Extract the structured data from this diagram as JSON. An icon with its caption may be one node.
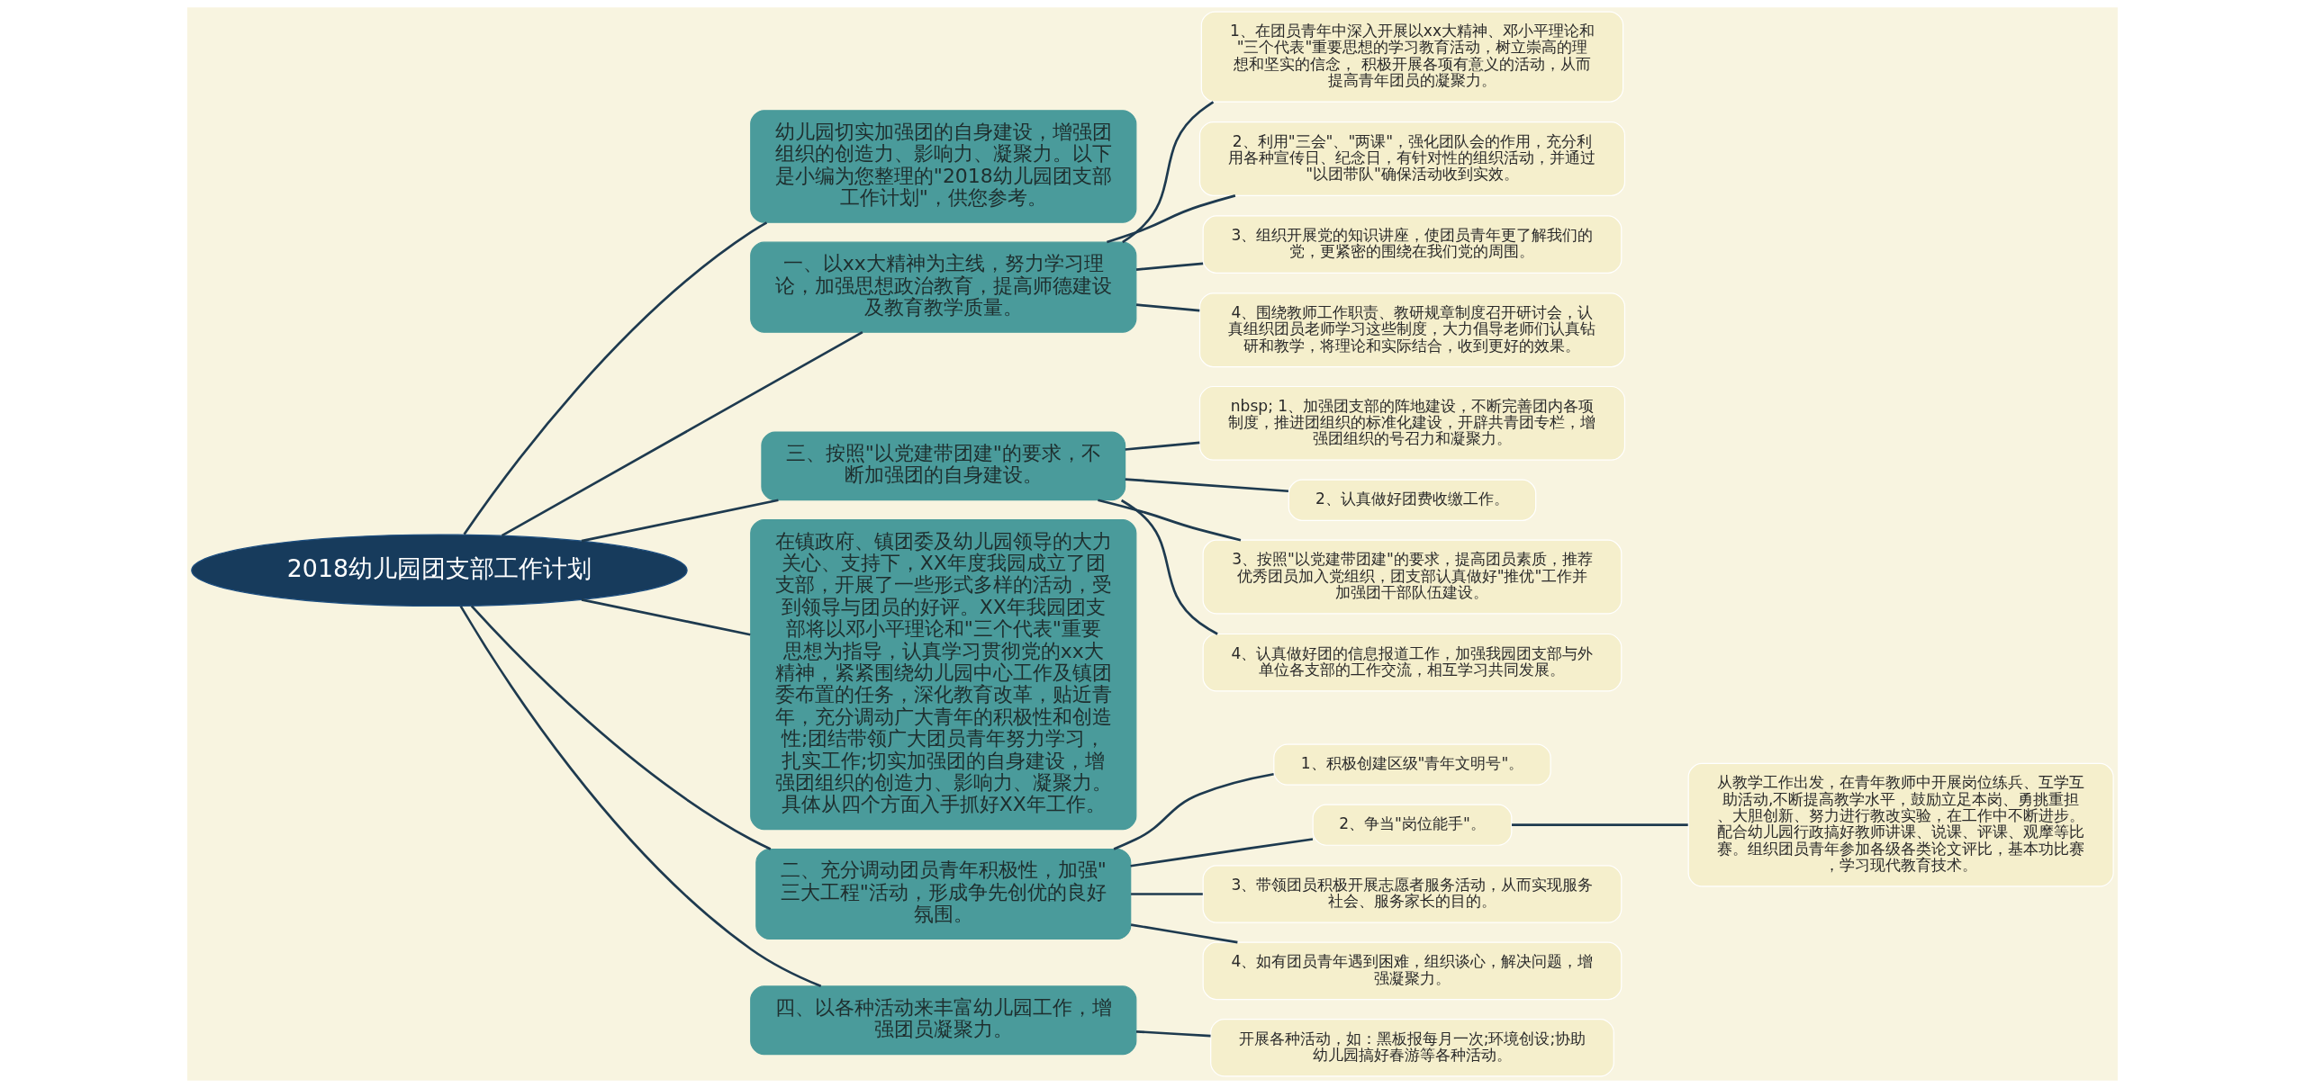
{
  "diagram": {
    "nodes": [
      {
        "text": [
          "2018幼儿园团支部工作计划"
        ]
      },
      {
        "text": [
          "幼儿园切实加强团的自身建设，增强团组织的创造力、影响力、凝聚力。以下是小编为您整理的\"2018幼儿园团支部工作计划\"，供您参考。"
        ]
      },
      {
        "text": [
          "一、以xx大精神为主线，努力学习理论，加强思想政治教育，提高师德建设及教育教学质量。"
        ]
      },
      {
        "text": [
          "1、在团员青年中深入开展以xx大精神、邓小平理论和\"三个代表\"重要思想的学习教育活动，树立崇高的理想和坚实的信念， 积极开展各项有意义的活动，从而提高青年团员的凝聚力。"
        ]
      },
      {
        "text": [
          "2、利用\"三会\"、\"两课\"，强化团队会的作用，充分利用各种宣传日、纪念日，有针对性的组织活动，并通过\"以团带队\"确保活动收到实效。"
        ]
      },
      {
        "text": [
          "3、组织开展党的知识讲座，使团员青年更了解我们的党，更紧密的围绕在我们党的周围。"
        ]
      },
      {
        "text": [
          "4、围绕教师工作职责、教研规章制度召开研讨会，认真组织团员老师学习这些制度，大力倡导老师们认真钻研和教学，将理论和实际结合，收到更好的效果。"
        ]
      },
      {
        "text": [
          "三、按照\"以党建带团建\"的要求，不断加强团的自身建设。"
        ]
      },
      {
        "text": [
          "nbsp; 1、加强团支部的阵地建设，不断完善团内各项制度，推进团组织的标准化建设，开辟共青团专栏，增强团组织的号召力和凝聚力。"
        ]
      },
      {
        "text": [
          "2、认真做好团费收缴工作。"
        ]
      },
      {
        "text": [
          "3、按照\"以党建带团建\"的要求，提高团员素质，推荐优秀团员加入党组织，团支部认真做好\"推优\"工作并加强团干部队伍建设。"
        ]
      },
      {
        "text": [
          "4、认真做好团的信息报道工作，加强我园团支部与外单位各支部的工作交流，相互学习共同发展。"
        ]
      },
      {
        "text": [
          "在镇政府、镇团委及幼儿园领导的大力关心、支持下，XX年度我园成立了团支部，开展了一些形式多样的活动，受到领导与团员的好评。XX年我园团支部将以邓小平理论和\"三个代表\"重要思想为指导，认真学习贯彻党的xx大精神，紧紧围绕幼儿园中心工作及镇团委布置的任务，深化教育改革，贴近青年，充分调动广大青年的积极性和创造性;团结带领广大团员青年努力学习，扎实工作;切实加强团的自身建设，增强团组织的创造力、影响力、凝聚力。具体从四个方面入手抓好XX年工作。"
        ]
      },
      {
        "text": [
          "二、充分调动团员青年积极性，加强\"三大工程\"活动，形成争先创优的良好氛围。"
        ]
      },
      {
        "text": [
          "1、积极创建区级\"青年文明号\"。"
        ]
      },
      {
        "text": [
          "2、争当\"岗位能手\"。"
        ]
      },
      {
        "text": [
          "从教学工作出发，在青年教师中开展岗位练兵、互学互助活动,不断提高教学水平，鼓励立足本岗、勇挑重担、大胆创新、努力进行教改实验，在工作中不断进步。配合幼儿园行政搞好教师讲课、说课、评课、观摩等比赛。组织团员青年参加各级各类论文评比，基本功比赛，学习现代教育技术。"
        ]
      },
      {
        "text": [
          "3、带领团员积极开展志愿者服务活动，从而实现服务社会、服务家长的目的。"
        ]
      },
      {
        "text": [
          "4、如有团员青年遇到困难，组织谈心，解决问题，增强凝聚力。"
        ]
      },
      {
        "text": [
          "四、以各种活动来丰富幼儿园工作，增强团员凝聚力。"
        ]
      },
      {
        "text": [
          "开展各种活动，如：黑板报每月一次;环境创设;协助幼儿园搞好春游等各种活动。"
        ]
      }
    ],
    "edges": [
      {
        "from": 0,
        "to": 1,
        "arrow": "none"
      },
      {
        "from": 0,
        "to": 2,
        "arrow": "none"
      },
      {
        "from": 2,
        "to": 3,
        "arrow": "none"
      },
      {
        "from": 2,
        "to": 4,
        "arrow": "none"
      },
      {
        "from": 2,
        "to": 5,
        "arrow": "none"
      },
      {
        "from": 2,
        "to": 6,
        "arrow": "none"
      },
      {
        "from": 0,
        "to": 7,
        "arrow": "none"
      },
      {
        "from": 7,
        "to": 8,
        "arrow": "none"
      },
      {
        "from": 7,
        "to": 9,
        "arrow": "none"
      },
      {
        "from": 7,
        "to": 10,
        "arrow": "none"
      },
      {
        "from": 7,
        "to": 11,
        "arrow": "none"
      },
      {
        "from": 0,
        "to": 12,
        "arrow": "none"
      },
      {
        "from": 0,
        "to": 13,
        "arrow": "none"
      },
      {
        "from": 13,
        "to": 14,
        "arrow": "none"
      },
      {
        "from": 13,
        "to": 15,
        "arrow": "none"
      },
      {
        "from": 15,
        "to": 16,
        "arrow": "none"
      },
      {
        "from": 13,
        "to": 17,
        "arrow": "none"
      },
      {
        "from": 13,
        "to": 18,
        "arrow": "none"
      },
      {
        "from": 0,
        "to": 19,
        "arrow": "none"
      },
      {
        "from": 19,
        "to": 20,
        "arrow": "none"
      }
    ]
  }
}
